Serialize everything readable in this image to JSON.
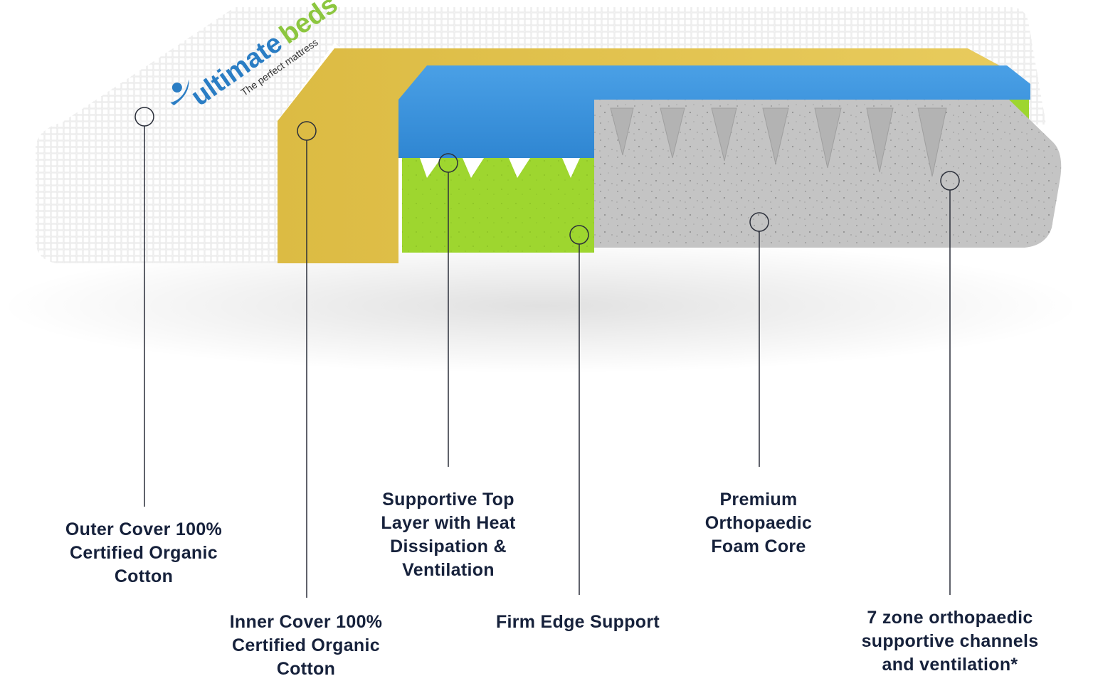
{
  "brand": {
    "name_part1": "ultimate",
    "name_part2": "beds",
    "tagline": "The perfect mattress"
  },
  "layers": [
    {
      "id": "outer_cover",
      "label": "Outer Cover 100%\nCertified Organic\nCotton",
      "color": "#f3f3f3"
    },
    {
      "id": "inner_cover",
      "label": "Inner Cover 100%\nCertified Organic\nCotton",
      "color": "#e4c451"
    },
    {
      "id": "top_layer",
      "label": "Supportive Top\nLayer with Heat\nDissipation &\nVentilation",
      "color": "#3a8fd7"
    },
    {
      "id": "edge_support",
      "label": "Firm Edge Support",
      "color": "#9bd12f"
    },
    {
      "id": "foam_core",
      "label": "Premium\nOrthopaedic\nFoam Core",
      "color": "#bdbdbd"
    },
    {
      "id": "zones",
      "label": "7 zone orthopaedic\nsupportive channels\nand ventilation*",
      "color": "#a9a9a9"
    }
  ],
  "colors": {
    "label_text": "#16213b",
    "leader_line": "#2b2f3a",
    "brand_blue": "#2a7dc4",
    "brand_green": "#8cc63f"
  }
}
